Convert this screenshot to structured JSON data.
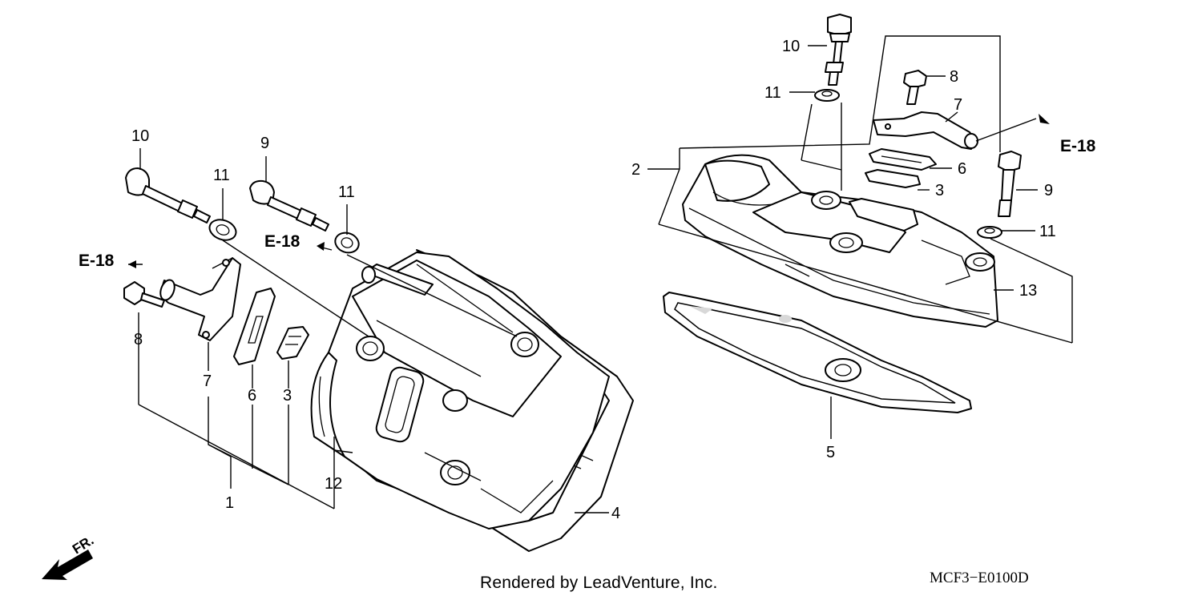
{
  "callouts": {
    "left": {
      "p10": "10",
      "p9": "9",
      "p11a": "11",
      "p11b": "11",
      "p8": "8",
      "p7": "7",
      "p6": "6",
      "p3": "3",
      "p1": "1",
      "p12": "12",
      "p4": "4"
    },
    "right": {
      "p10": "10",
      "p11a": "11",
      "p8": "8",
      "p7": "7",
      "p2": "2",
      "p6": "6",
      "p3": "3",
      "p9": "9",
      "p11b": "11",
      "p13": "13",
      "p5": "5"
    }
  },
  "references": {
    "left_top": "E-18",
    "left_mid": "E-18",
    "right": "E-18"
  },
  "direction_label": "FR.",
  "credit": "Rendered by LeadVenture, Inc.",
  "diagram_code": "MCF3−E0100D"
}
